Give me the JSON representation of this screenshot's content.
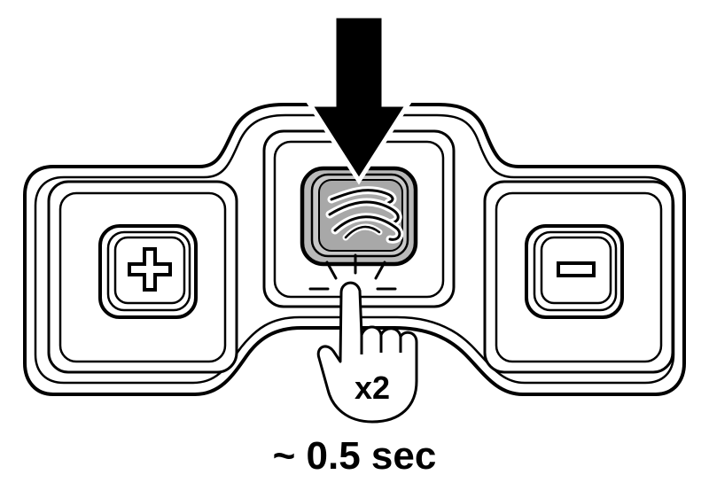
{
  "diagram": {
    "press_count_label": "x2",
    "duration_label": "~ 0.5 sec",
    "buttons": [
      {
        "id": "plus",
        "icon": "plus-icon"
      },
      {
        "id": "mode",
        "icon": "wave-pattern-icon",
        "highlighted": true
      },
      {
        "id": "minus",
        "icon": "minus-icon"
      }
    ],
    "indicators": [
      "down-arrow-icon",
      "tapping-finger-icon"
    ],
    "colors": {
      "stroke": "#000000",
      "background": "#ffffff",
      "highlight_fill": "#c4c4c4",
      "highlight_inner": "#9e9e9e"
    }
  }
}
